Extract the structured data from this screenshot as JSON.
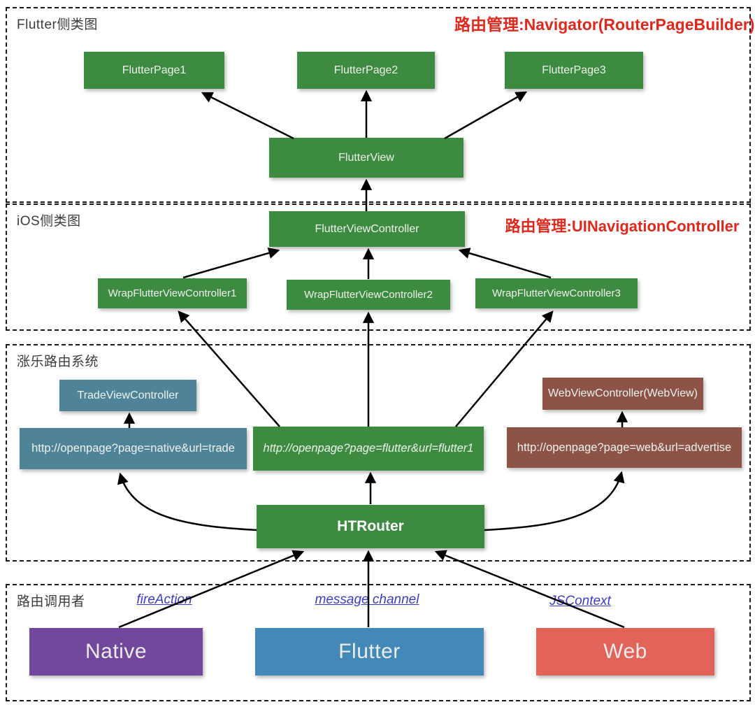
{
  "diagram": {
    "sections": [
      {
        "label": "Flutter侧类图",
        "annotation": "路由管理:Navigator(RouterPageBuilder)",
        "nodes": {
          "flutter_page1": "FlutterPage1",
          "flutter_page2": "FlutterPage2",
          "flutter_page3": "FlutterPage3",
          "flutter_view": "FlutterView"
        }
      },
      {
        "label": "iOS侧类图",
        "annotation": "路由管理:UINavigationController",
        "nodes": {
          "flutter_view_controller": "FlutterViewController",
          "wrap1": "WrapFlutterViewController1",
          "wrap2": "WrapFlutterViewController2",
          "wrap3": "WrapFlutterViewController3"
        }
      },
      {
        "label": "涨乐路由系统",
        "nodes": {
          "trade_view_controller": "TradeViewController",
          "web_view_controller": "WebViewController(WebView)",
          "url_native": "http://openpage?page=native&url=trade",
          "url_flutter": "http://openpage?page=flutter&url=flutter1",
          "url_web": "http://openpage?page=web&url=advertise",
          "ht_router": "HTRouter"
        }
      },
      {
        "label": "路由调用者",
        "links": {
          "fire_action": "fireAction",
          "message_channel": "message channel",
          "js_context": "JSContext"
        },
        "nodes": {
          "native": "Native",
          "flutter": "Flutter",
          "web": "Web"
        }
      }
    ],
    "edges": [
      {
        "from": "FlutterView",
        "to": "FlutterPage1"
      },
      {
        "from": "FlutterView",
        "to": "FlutterPage2"
      },
      {
        "from": "FlutterView",
        "to": "FlutterPage3"
      },
      {
        "from": "FlutterViewController",
        "to": "FlutterView"
      },
      {
        "from": "WrapFlutterViewController1",
        "to": "FlutterViewController"
      },
      {
        "from": "WrapFlutterViewController2",
        "to": "FlutterViewController"
      },
      {
        "from": "WrapFlutterViewController3",
        "to": "FlutterViewController"
      },
      {
        "from": "http://openpage?page=flutter&url=flutter1",
        "to": "WrapFlutterViewController1"
      },
      {
        "from": "http://openpage?page=flutter&url=flutter1",
        "to": "WrapFlutterViewController2"
      },
      {
        "from": "http://openpage?page=flutter&url=flutter1",
        "to": "WrapFlutterViewController3"
      },
      {
        "from": "http://openpage?page=native&url=trade",
        "to": "TradeViewController"
      },
      {
        "from": "http://openpage?page=web&url=advertise",
        "to": "WebViewController(WebView)"
      },
      {
        "from": "HTRouter",
        "to": "http://openpage?page=native&url=trade"
      },
      {
        "from": "HTRouter",
        "to": "http://openpage?page=flutter&url=flutter1"
      },
      {
        "from": "HTRouter",
        "to": "http://openpage?page=web&url=advertise"
      },
      {
        "from": "Native",
        "to": "HTRouter",
        "via": "fireAction"
      },
      {
        "from": "Flutter",
        "to": "HTRouter",
        "via": "message channel"
      },
      {
        "from": "Web",
        "to": "HTRouter",
        "via": "JSContext"
      }
    ],
    "colors": {
      "node_green": "#3d8b40",
      "node_teal": "#4f8398",
      "node_brown": "#8d5347",
      "node_purple": "#71489c",
      "node_blue": "#4289b7",
      "node_red": "#e2635a",
      "annotation_red": "#e0281c",
      "link_blue": "#3b3bc8",
      "border_black": "#1a1a1a"
    }
  }
}
